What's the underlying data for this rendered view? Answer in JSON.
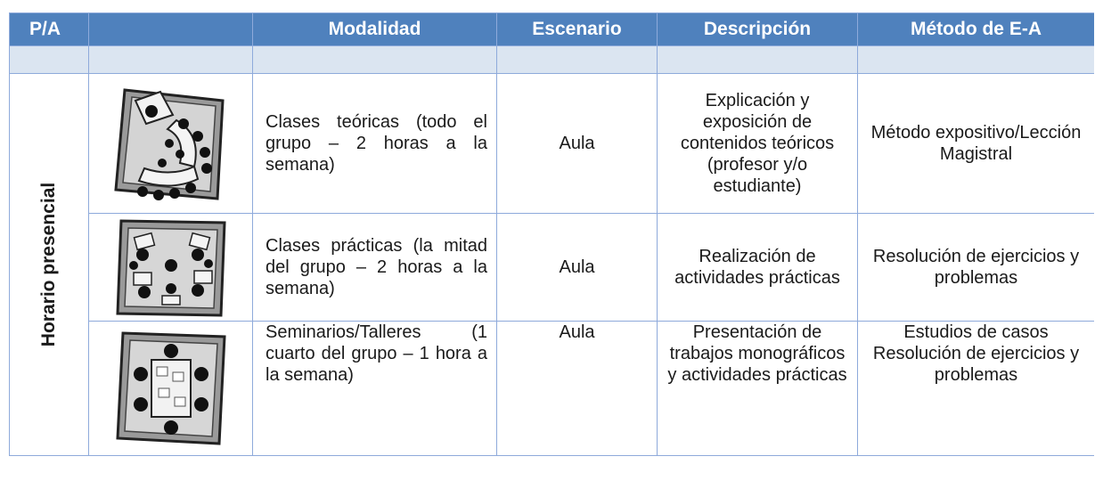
{
  "table": {
    "headers": {
      "pa": "P/A",
      "modalidad": "Modalidad",
      "escenario": "Escenario",
      "descripcion": "Descripción",
      "metodo": "Método de E-A"
    },
    "side_label": "Horario presencial",
    "rows": [
      {
        "modalidad": "Clases teóricas (todo el grupo – 2 horas a la semana)",
        "escenario": "Aula",
        "descripcion": "Explicación y exposición de contenidos teóricos (profesor y/o estudiante)",
        "metodo": "Método expositivo/Lección Magistral",
        "icon": "lecture-classroom-icon"
      },
      {
        "modalidad": "Clases prácticas (la mitad del grupo – 2 horas a la semana)",
        "escenario": "Aula",
        "descripcion": "Realización de actividades prácticas",
        "metodo": "Resolución de ejercicios y problemas",
        "icon": "group-work-icon"
      },
      {
        "modalidad": "Seminarios/Talleres (1 cuarto del grupo – 1 hora a la semana)",
        "escenario": "Aula",
        "descripcion": "Presentación de trabajos monográficos y actividades prácticas",
        "metodo": "Estudios de casos Resolución de ejercicios y problemas",
        "icon": "seminar-table-icon"
      }
    ]
  }
}
